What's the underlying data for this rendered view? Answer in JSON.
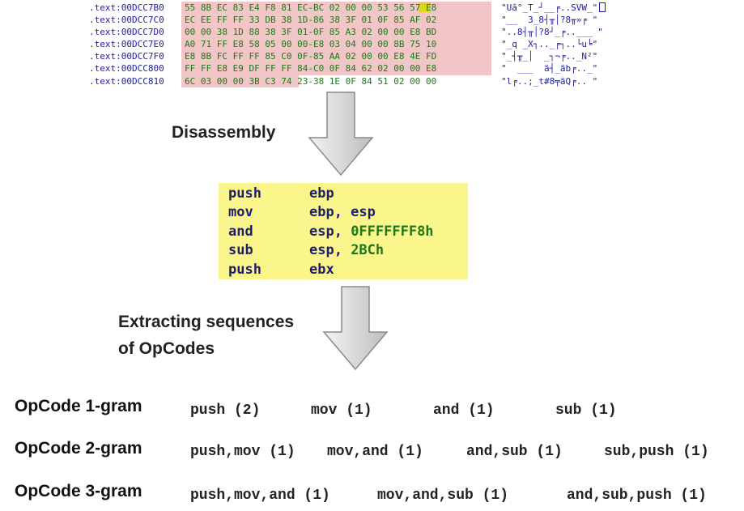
{
  "hex_dump": {
    "rows": [
      {
        "addr": ".text:00DCC7B0",
        "bytes": "55 8B EC 83 E4 F8 81 EC-BC 02 00 00 53 56 57 E8",
        "ascii": "\"Uă°_T_┘__╒..SVW_\"",
        "hl_cols": 16
      },
      {
        "addr": ".text:00DCC7C0",
        "bytes": "EC EE FF FF 33 DB 38 1D-86 38 3F 01 0F 85 AF 02",
        "ascii": "\"__  3_8┤╥│?8╥»╒ \"",
        "hl_cols": 16
      },
      {
        "addr": ".text:00DCC7D0",
        "bytes": "00 00 38 1D 88 38 3F 01-0F 85 A3 02 00 00 E8 BD",
        "ascii": "\"..8┤╥│?8┘_╒..___ \"",
        "hl_cols": 16
      },
      {
        "addr": ".text:00DCC7E0",
        "bytes": "A0 71 FF E8 58 05 00 00-E8 03 04 00 00 8B 75 10",
        "ascii": "\"_q _X┐.._╒┐..└u╘\"",
        "hl_cols": 16
      },
      {
        "addr": ".text:00DCC7F0",
        "bytes": "E8 8B FC FF FF 85 C0 0F-85 AA 02 00 00 E8 4E FD",
        "ascii": "\"_┤╥_│  _┐¬╒.._N²\"",
        "hl_cols": 16
      },
      {
        "addr": ".text:00DCC800",
        "bytes": "FF FF E8 E9 DF FF FF 84-C0 0F 84 62 02 00 00 E8",
        "ascii": "\"  ___  ä┤_äb╒.._\"",
        "hl_cols": 16
      },
      {
        "addr": ".text:00DCC810",
        "bytes": "6C 03 00 00 3B C3 74 23-38 1E 0F 84 51 02 00 00",
        "ascii": "\"l╒..;_t#8╤äQ╒.. \"",
        "hl_cols": 6
      }
    ]
  },
  "labels": {
    "disassembly": "Disassembly",
    "extracting_line1": "Extracting sequences",
    "extracting_line2": "of OpCodes"
  },
  "asm": [
    {
      "mnemonic": "push",
      "op1": "ebp",
      "op2": ""
    },
    {
      "mnemonic": "mov",
      "op1": "ebp, esp",
      "op2": ""
    },
    {
      "mnemonic": "and",
      "op1": "esp, ",
      "op2": "0FFFFFFF8h"
    },
    {
      "mnemonic": "sub",
      "op1": "esp, ",
      "op2": "2BCh"
    },
    {
      "mnemonic": "push",
      "op1": "ebx",
      "op2": ""
    }
  ],
  "grams": {
    "one": {
      "label": "OpCode 1-gram",
      "items": [
        "push (2)",
        "mov (1)",
        "and (1)",
        "sub (1)"
      ]
    },
    "two": {
      "label": "OpCode 2-gram",
      "items": [
        "push,mov (1)",
        "mov,and (1)",
        "and,sub (1)",
        "sub,push (1)"
      ]
    },
    "three": {
      "label": "OpCode 3-gram",
      "items": [
        "push,mov,and (1)",
        "mov,and,sub (1)",
        "and,sub,push (1)"
      ]
    }
  },
  "colors": {
    "hex_highlight": "#f2c6c6",
    "asm_background": "#fbf68b",
    "arrow_fill": "#d9d9d9"
  },
  "icons": [
    "down-arrow-icon",
    "down-arrow-icon"
  ]
}
